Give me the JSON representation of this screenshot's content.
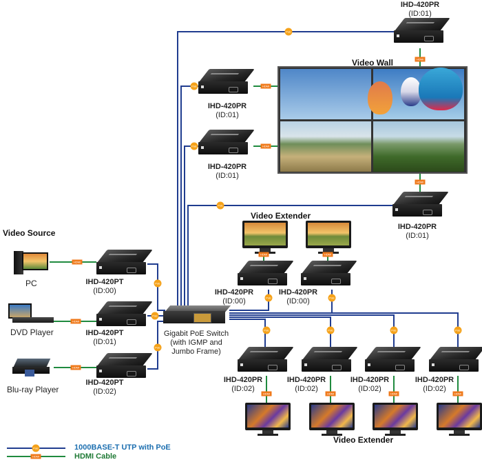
{
  "colors": {
    "utp_cable": "#1f3c8f",
    "hdmi_cable": "#1f8a3e",
    "poe_badge": "#f5a21a",
    "hdmi_badge": "#ef7a1c",
    "legend_utp_text": "#1d6fb0",
    "legend_hdmi_text": "#1f7a35"
  },
  "badges": {
    "poe": "PoE",
    "hdmi": "HDMI"
  },
  "sections": {
    "video_source": "Video Source",
    "video_wall": "Video Wall",
    "video_extender_top": "Video Extender",
    "video_extender_bottom": "Video Extender"
  },
  "sources": [
    {
      "name": "PC"
    },
    {
      "name": "DVD Player"
    },
    {
      "name": "Blu-ray Player"
    }
  ],
  "transmitters": [
    {
      "model": "IHD-420PT",
      "id": "(ID:00)"
    },
    {
      "model": "IHD-420PT",
      "id": "(ID:01)"
    },
    {
      "model": "IHD-420PT",
      "id": "(ID:02)"
    }
  ],
  "switch": {
    "line1": "Gigabit PoE Switch",
    "line2": "(with IGMP and",
    "line3": "Jumbo Frame)"
  },
  "wall_receivers": [
    {
      "model": "IHD-420PR",
      "id": "(ID:01)"
    },
    {
      "model": "IHD-420PR",
      "id": "(ID:01)"
    },
    {
      "model": "IHD-420PR",
      "id": "(ID:01)"
    },
    {
      "model": "IHD-420PR",
      "id": "(ID:01)"
    }
  ],
  "extender_receivers_top": [
    {
      "model": "IHD-420PR",
      "id": "(ID:00)"
    },
    {
      "model": "IHD-420PR",
      "id": "(ID:00)"
    }
  ],
  "extender_receivers_bottom": [
    {
      "model": "IHD-420PR",
      "id": "(ID:02)"
    },
    {
      "model": "IHD-420PR",
      "id": "(ID:02)"
    },
    {
      "model": "IHD-420PR",
      "id": "(ID:02)"
    },
    {
      "model": "IHD-420PR",
      "id": "(ID:02)"
    }
  ],
  "legend": [
    {
      "label": "1000BASE-T UTP with PoE",
      "badge": "PoE"
    },
    {
      "label": "HDMI Cable",
      "badge": "HDMI"
    }
  ]
}
